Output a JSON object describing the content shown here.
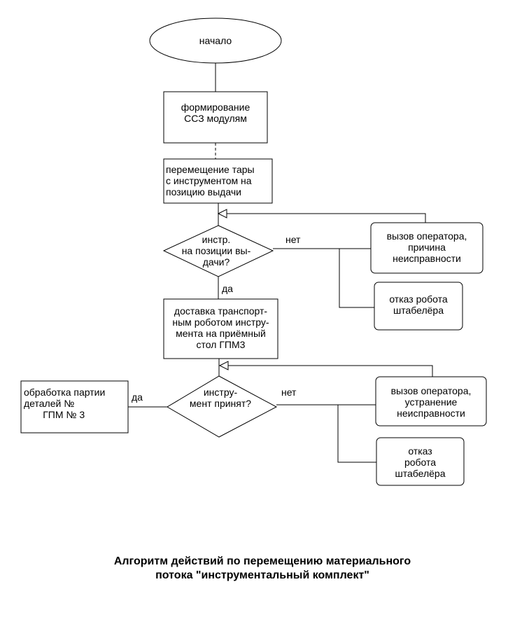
{
  "nodes": {
    "start": "начало",
    "form_ssz": "формирование\nССЗ модулям",
    "move_tray": "перемещение тары\nс инструментом на\nпозицию выдачи",
    "check_tool": "инстр.\nна позиции вы-\nдачи?",
    "call_operator_1": "вызов оператора,\nпричина\nнеисправности",
    "robot_fail_1": "отказ робота\nштабелёра",
    "deliver_tool": "доставка транспорт-\nным роботом инстру-\nмента на приёмный\nстол ГПМ3",
    "check_accepted": "инстру-\nмент принят?",
    "process_batch": "обработка партии\nдеталей №\n       ГПМ № 3",
    "call_operator_2": "вызов оператора,\nустранение\nнеисправности",
    "robot_fail_2": "отказ\nробота\nштабелёра"
  },
  "edge_labels": {
    "no_1": "нет",
    "yes_1": "да",
    "no_2": "нет",
    "yes_2": "да"
  },
  "caption": "Алгоритм действий по перемещению материального\nпотока \"инструментальный комплект\""
}
